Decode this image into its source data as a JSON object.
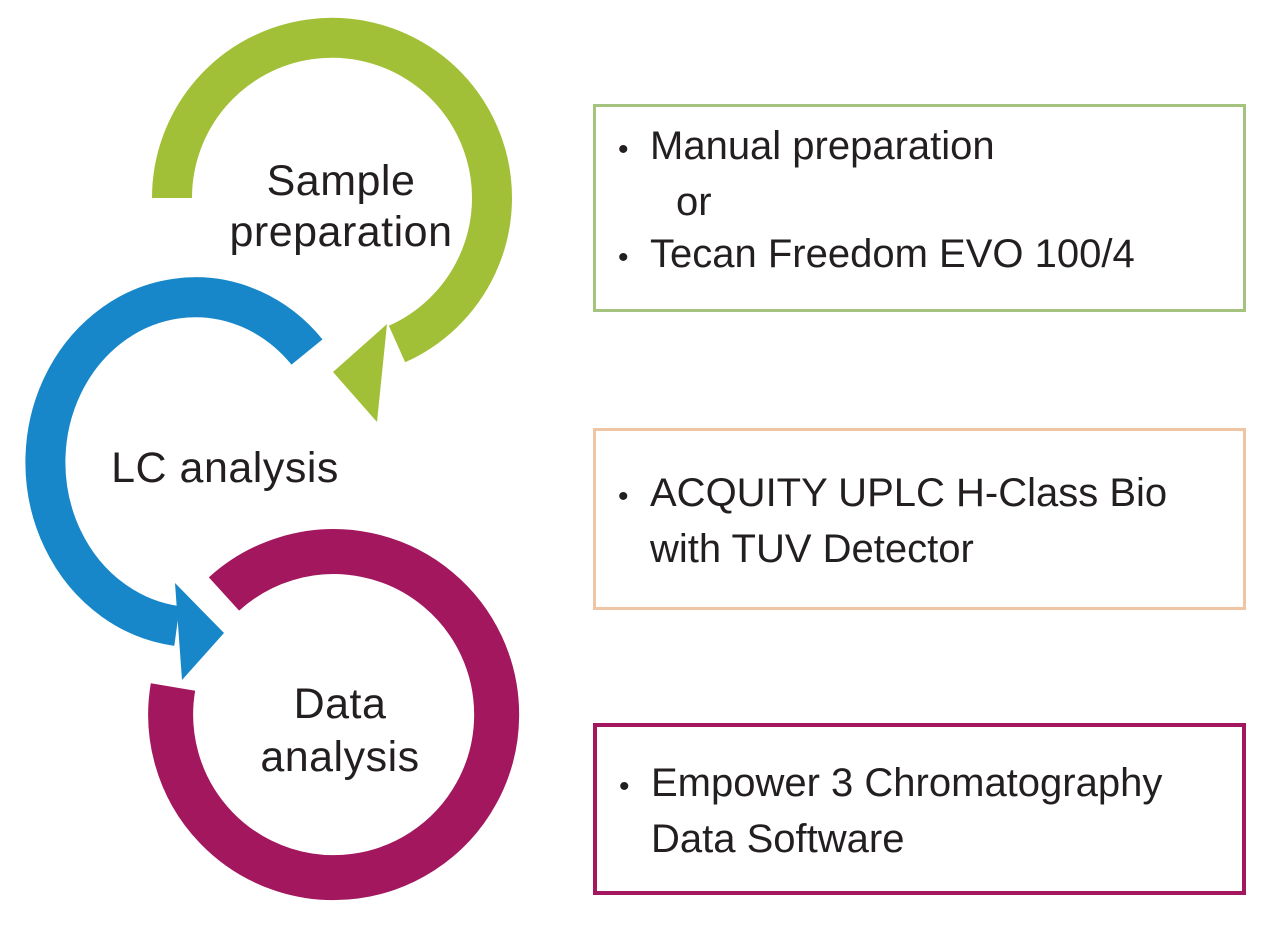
{
  "colors": {
    "text": "#231f20",
    "arrow_green": "#a2c037",
    "arrow_blue": "#1787c9",
    "arrow_magenta": "#a2175e",
    "box_green_border": "#a3c37e",
    "box_orange_border": "#f0c5a3",
    "box_magenta_border": "#a2175e"
  },
  "bullet_char": "•",
  "steps": [
    {
      "id": "sample-preparation",
      "lines": [
        "Sample",
        "preparation"
      ]
    },
    {
      "id": "lc-analysis",
      "lines": [
        "LC analysis"
      ]
    },
    {
      "id": "data-analysis",
      "lines": [
        "Data",
        "analysis"
      ]
    }
  ],
  "boxes": [
    {
      "id": "sample-preparation-details",
      "items": [
        {
          "bullet": true,
          "text": "Manual preparation"
        },
        {
          "bullet": false,
          "text": "or"
        },
        {
          "bullet": true,
          "text": "Tecan Freedom EVO 100/4"
        }
      ]
    },
    {
      "id": "lc-analysis-details",
      "items": [
        {
          "bullet": true,
          "text": "ACQUITY UPLC H-Class Bio"
        },
        {
          "bullet": false,
          "text": "with TUV Detector"
        }
      ]
    },
    {
      "id": "data-analysis-details",
      "items": [
        {
          "bullet": true,
          "text": "Empower 3 Chromatography"
        },
        {
          "bullet": false,
          "text": "Data Software"
        }
      ]
    }
  ]
}
